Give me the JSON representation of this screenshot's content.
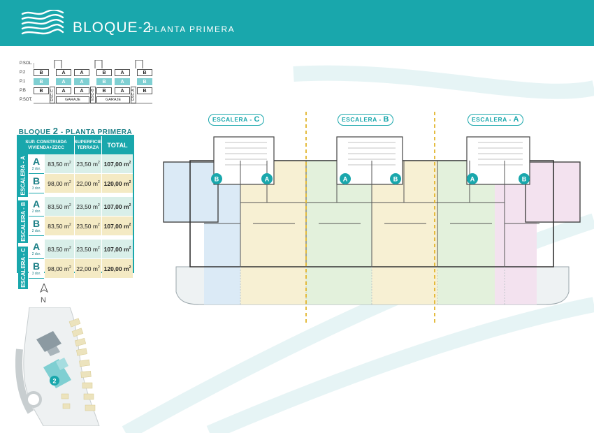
{
  "header": {
    "title": "BLOQUE 2",
    "separator": "-",
    "subtitle": "PLANTA PRIMERA"
  },
  "section": {
    "levels": [
      "P.SOL.",
      "P.2",
      "P.1",
      "P.B",
      "P.SOT."
    ],
    "row_cells": [
      "B",
      "A",
      "A",
      "B",
      "A",
      "B"
    ],
    "ground_cells": [
      "B",
      "A",
      "A",
      "B",
      "A",
      "B"
    ],
    "escalera_c": "ESC-C",
    "escalera_b": "ESC-B",
    "escalera_a": "ESC-A",
    "garage_label": "GARAJE",
    "highlight_level": "P.1"
  },
  "table": {
    "title_prefix": "BLOQUE",
    "title_num": "2",
    "title_suffix": "- PLANTA PRIMERA",
    "col_built": "SUP. CONSTRUIDA",
    "col_built_sub": "VIVIENDA+ZZCC",
    "col_terrace": "SUPERFICIE",
    "col_terrace_sub": "TERRAZA",
    "col_total": "TOTAL",
    "groups": [
      {
        "escalera": "ESCALERA - A",
        "rows": [
          {
            "type": "A",
            "rooms": "2 dor.",
            "built": "83,50 m",
            "terrace": "23,50 m",
            "total": "107,00 m"
          },
          {
            "type": "B",
            "rooms": "3 dor.",
            "built": "98,00 m",
            "terrace": "22,00 m",
            "total": "120,00 m"
          }
        ]
      },
      {
        "escalera": "ESCALERA - B",
        "rows": [
          {
            "type": "A",
            "rooms": "2 dor.",
            "built": "83,50 m",
            "terrace": "23,50 m",
            "total": "107,00 m"
          },
          {
            "type": "B",
            "rooms": "2 dor.",
            "built": "83,50 m",
            "terrace": "23,50 m",
            "total": "107,00 m"
          }
        ]
      },
      {
        "escalera": "ESCALERA - C",
        "rows": [
          {
            "type": "A",
            "rooms": "2 dor.",
            "built": "83,50 m",
            "terrace": "23,50 m",
            "total": "107,00 m"
          },
          {
            "type": "B",
            "rooms": "3 dor.",
            "built": "98,00 m",
            "terrace": "22,00 m",
            "total": "120,00 m"
          }
        ]
      }
    ],
    "unit_sup": "2"
  },
  "site": {
    "north": "N",
    "block_number": "2"
  },
  "stairs": [
    {
      "prefix": "ESCALERA -",
      "letter": "C"
    },
    {
      "prefix": "ESCALERA -",
      "letter": "B"
    },
    {
      "prefix": "ESCALERA -",
      "letter": "A"
    }
  ],
  "plan_badges": [
    "B",
    "A",
    "A",
    "B",
    "A",
    "B"
  ],
  "colors": {
    "brand": "#19a7ac",
    "blue_unit": "#dbeaf6",
    "yellow_unit": "#f7f0d3",
    "green_unit": "#e3f1dc",
    "pink_unit": "#f3e2ef",
    "row_a": "#d9efe9",
    "row_b": "#f4eac4"
  }
}
